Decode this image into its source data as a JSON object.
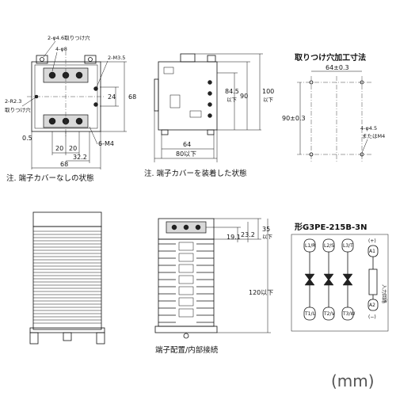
{
  "front_view": {
    "callout_mount_holes": "2-φ4.6取りつけ穴",
    "callout_phi8": "4-φ8",
    "callout_m35": "2-M3.5",
    "callout_r23_a": "2-R2.3",
    "callout_r23_b": "取りつけ穴",
    "dim_24": "24",
    "dim_68_right": "68",
    "dim_05": "0.5",
    "dim_20a": "20",
    "dim_20b": "20",
    "dim_322": "32.2",
    "dim_6m4": "6-M4",
    "dim_68_bottom": "68",
    "caption": "注. 端子カバーなしの状態"
  },
  "side_view": {
    "dim_845": "84.5",
    "dim_845_sub": "以下",
    "dim_90": "90",
    "dim_100": "100",
    "dim_100_sub": "以下",
    "dim_64": "64",
    "dim_80": "80以下",
    "caption": "注. 端子カバーを装着した状態"
  },
  "mounting": {
    "title": "取りつけ穴加工寸法",
    "dim_64": "64±0.3",
    "dim_90": "90±0.3",
    "note_a": "4-φ4.5",
    "note_b": "またはM4"
  },
  "heatsink_view": {
    "dim_35": "35",
    "dim_35_sub": "以下",
    "dim_191": "19.1",
    "dim_232": "23.2",
    "dim_120": "120以下",
    "caption": "端子配置/内部接続"
  },
  "circuit": {
    "title": "形G3PE-215B-3N",
    "top_terminals": [
      "L1/R",
      "L2/S",
      "L3/T"
    ],
    "bottom_terminals": [
      "T1/U",
      "T2/V",
      "T3/W"
    ],
    "plus": "(+)",
    "minus": "(−)",
    "a1": "A1",
    "a2": "A2",
    "input_label": "入力回路"
  },
  "unit_label": "(mm)"
}
